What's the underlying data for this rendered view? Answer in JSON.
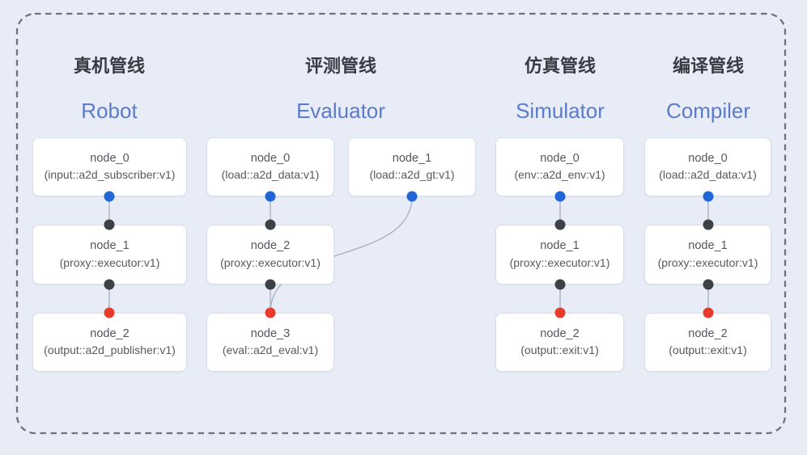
{
  "diagram": {
    "background_color": "#e8ecf7",
    "dashed_border_color": "#6b7280",
    "edge_color": "#a3aec2",
    "port_colors": {
      "input": "#2166d6",
      "mid": "#3d4045",
      "output": "#e93b2c"
    }
  },
  "pipelines": [
    {
      "title_cn": "真机管线",
      "title_en": "Robot",
      "nodes": [
        {
          "name": "node_0",
          "type": "(input::a2d_subscriber:v1)"
        },
        {
          "name": "node_1",
          "type": "(proxy::executor:v1)"
        },
        {
          "name": "node_2",
          "type": "(output::a2d_publisher:v1)"
        }
      ]
    },
    {
      "title_cn": "评测管线",
      "title_en": "Evaluator",
      "nodes": [
        {
          "name": "node_0",
          "type": "(load::a2d_data:v1)"
        },
        {
          "name": "node_1",
          "type": "(load::a2d_gt:v1)"
        },
        {
          "name": "node_2",
          "type": "(proxy::executor:v1)"
        },
        {
          "name": "node_3",
          "type": "(eval::a2d_eval:v1)"
        }
      ]
    },
    {
      "title_cn": "仿真管线",
      "title_en": "Simulator",
      "nodes": [
        {
          "name": "node_0",
          "type": "(env::a2d_env:v1)"
        },
        {
          "name": "node_1",
          "type": "(proxy::executor:v1)"
        },
        {
          "name": "node_2",
          "type": "(output::exit:v1)"
        }
      ]
    },
    {
      "title_cn": "编译管线",
      "title_en": "Compiler",
      "nodes": [
        {
          "name": "node_0",
          "type": "(load::a2d_data:v1)"
        },
        {
          "name": "node_1",
          "type": "(proxy::executor:v1)"
        },
        {
          "name": "node_2",
          "type": "(output::exit:v1)"
        }
      ]
    }
  ]
}
